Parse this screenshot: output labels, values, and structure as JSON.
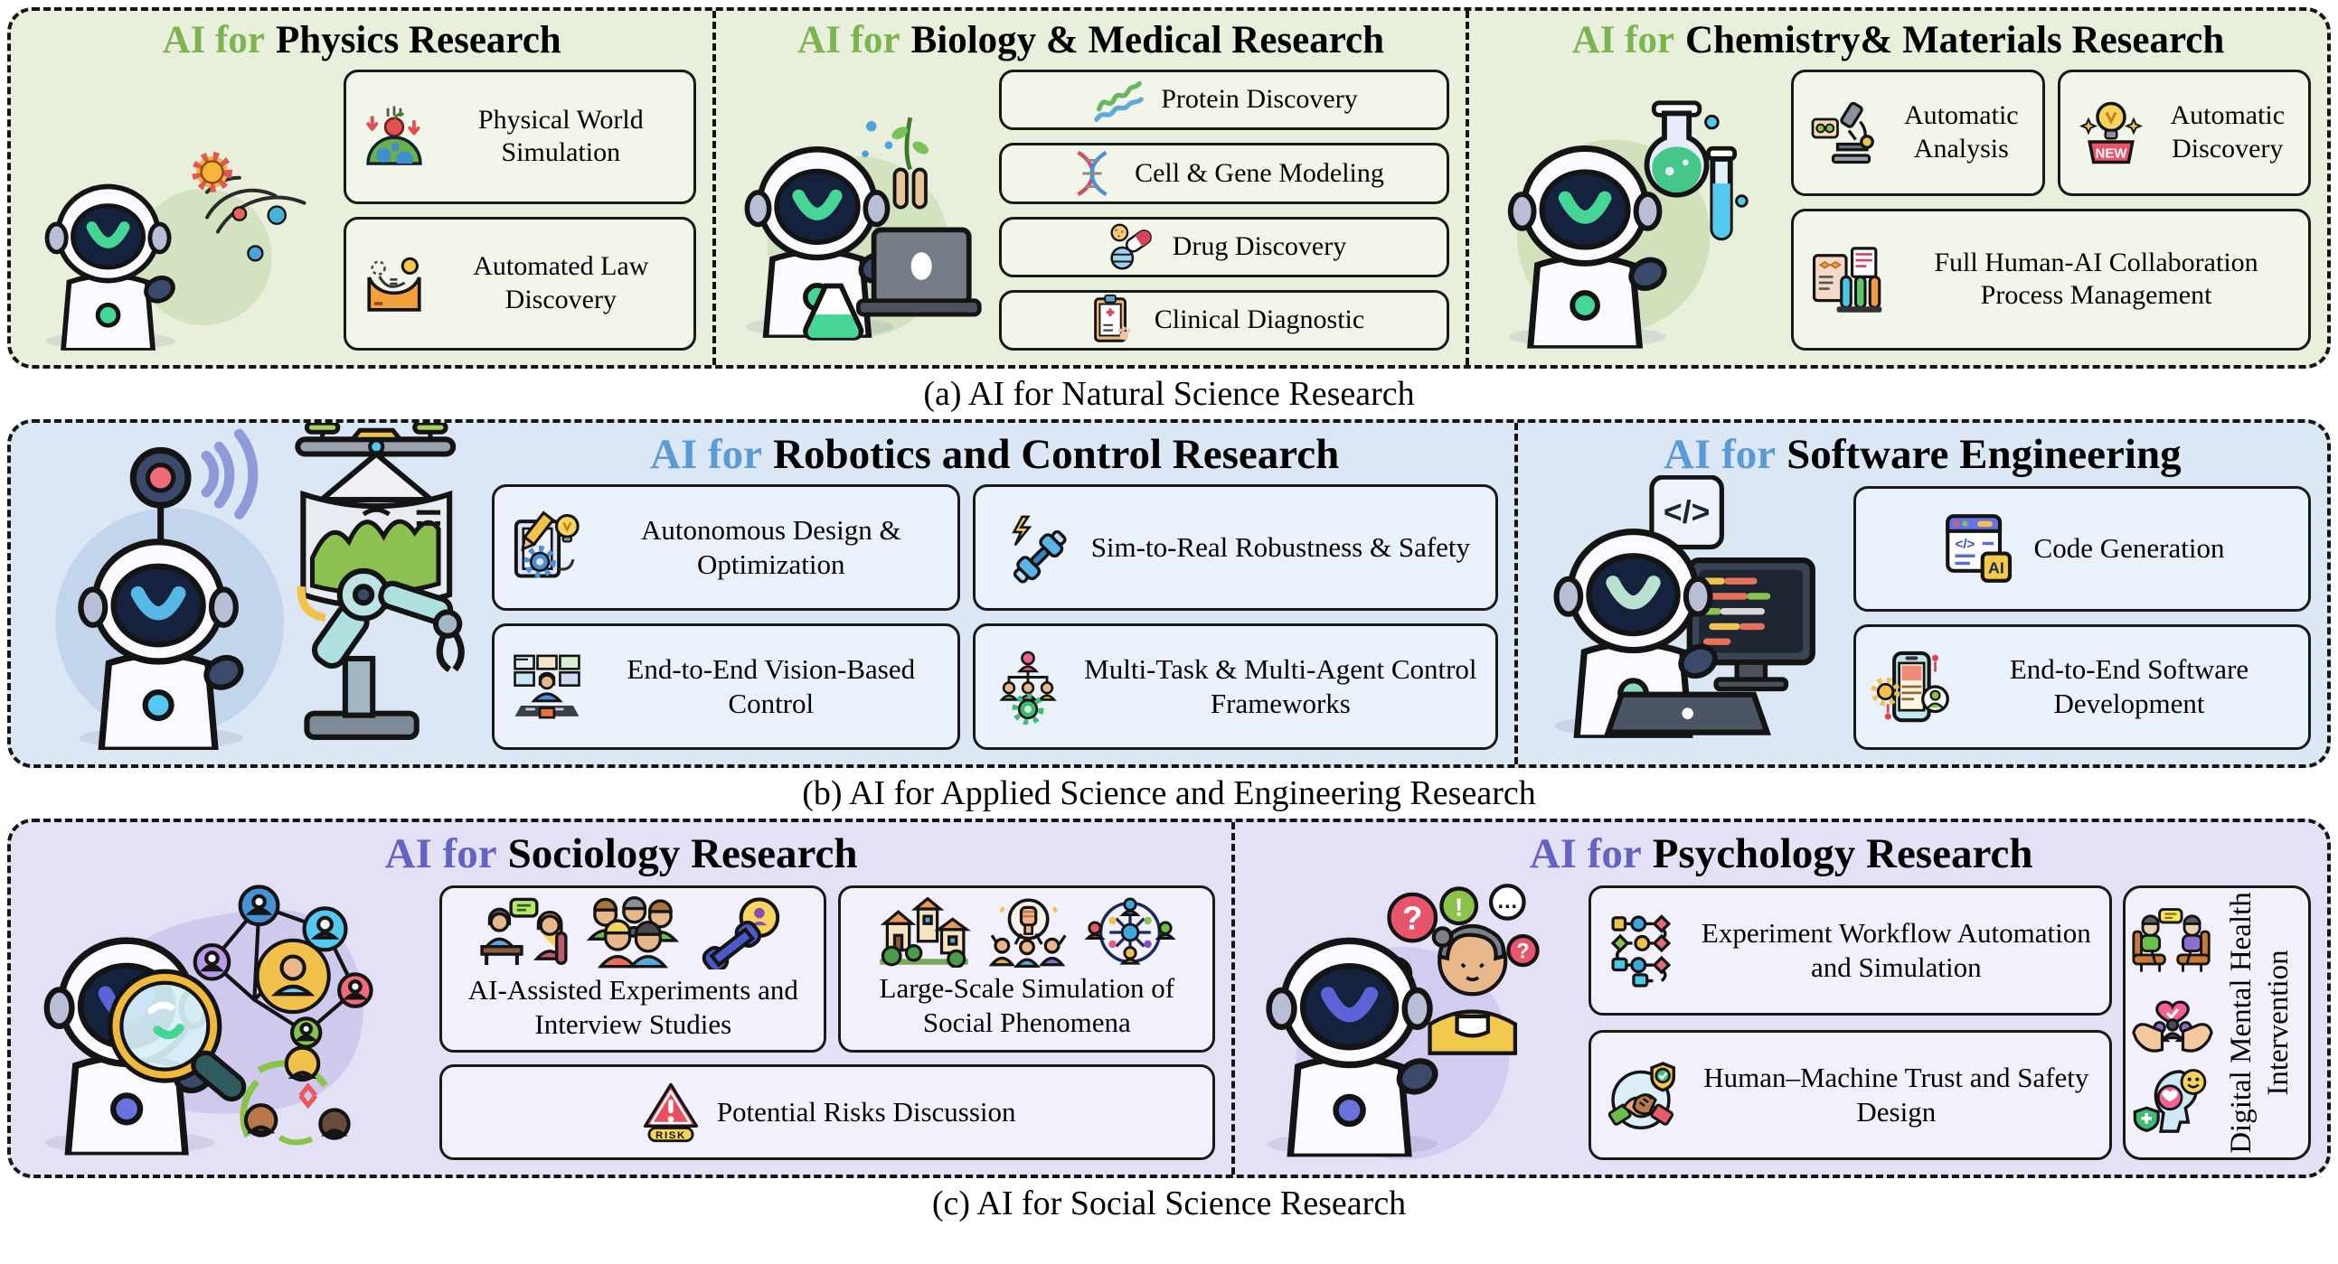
{
  "colors": {
    "row_a_bg": "#e8efda",
    "row_a_box": "#f2f6ea",
    "row_a_accent": "#7cb450",
    "row_b_bg": "#dbe7f5",
    "row_b_box": "#ebf1fa",
    "row_b_accent": "#5b9bd5",
    "row_c_bg": "#e4e1f6",
    "row_c_box": "#f2f0fb",
    "row_c_accent": "#6463c3",
    "border": "#151515"
  },
  "rows": [
    {
      "caption": "(a) AI for Natural Science Research",
      "panels": [
        {
          "prefix": "AI for",
          "title": "Physics Research",
          "items": [
            {
              "label": "Physical World Simulation",
              "icon": "falling-apple-earth-icon"
            },
            {
              "label": "Automated Law Discovery",
              "icon": "ball-ramp-experiment-icon"
            }
          ]
        },
        {
          "prefix": "AI for",
          "title": "Biology & Medical Research",
          "items": [
            {
              "label": "Protein Discovery",
              "icon": "protein-ribbon-icon"
            },
            {
              "label": "Cell & Gene Modeling",
              "icon": "dna-helix-icon"
            },
            {
              "label": "Drug Discovery",
              "icon": "pills-icon"
            },
            {
              "label": "Clinical Diagnostic",
              "icon": "medical-clipboard-icon"
            }
          ]
        },
        {
          "prefix": "AI for",
          "title": "Chemistry& Materials Research",
          "items": [
            {
              "label": "Automatic Analysis",
              "icon": "microscope-icon"
            },
            {
              "label": "Automatic Discovery",
              "icon": "lightbulb-new-icon",
              "badge": "NEW"
            },
            {
              "label": "Full Human-AI Collaboration Process Management",
              "icon": "test-tube-rack-icon"
            }
          ]
        }
      ]
    },
    {
      "caption": "(b) AI for Applied Science and Engineering Research",
      "panels": [
        {
          "prefix": "AI for",
          "title": "Robotics and Control Research",
          "items": [
            {
              "label": "Autonomous Design & Optimization",
              "icon": "blueprint-pencil-gear-icon"
            },
            {
              "label": "Sim-to-Real Robustness & Safety",
              "icon": "dumbbell-lightning-icon"
            },
            {
              "label": "End-to-End Vision-Based Control",
              "icon": "vision-screens-operator-icon"
            },
            {
              "label": "Multi-Task & Multi-Agent Control Frameworks",
              "icon": "multi-agent-hierarchy-icon"
            }
          ]
        },
        {
          "prefix": "AI for",
          "title": "Software Engineering",
          "code_badge": "</>",
          "items": [
            {
              "label": "Code Generation",
              "icon": "code-window-ai-icon",
              "badge": "AI"
            },
            {
              "label": "End-to-End Software Development",
              "icon": "mobile-app-gear-icon"
            }
          ]
        }
      ]
    },
    {
      "caption": "(c) AI for Social Science Research",
      "panels": [
        {
          "prefix": "AI for",
          "title": "Sociology Research",
          "items": [
            {
              "label": "AI-Assisted Experiments and Interview Studies",
              "icons": [
                "interview-desk-icon",
                "crowd-icon",
                "phone-call-icon"
              ]
            },
            {
              "label": "Large-Scale Simulation of Social Phenomena",
              "icons": [
                "village-icon",
                "protest-fist-icon",
                "social-network-icon"
              ]
            },
            {
              "label": "Potential Risks Discussion",
              "icon": "risk-warning-icon",
              "badge": "RISK"
            }
          ]
        },
        {
          "prefix": "AI for",
          "title": "Psychology Research",
          "bubbles": [
            "?",
            "!",
            "…"
          ],
          "items": [
            {
              "label": "Experiment Workflow Automation and Simulation",
              "icon": "workflow-flowchart-icon"
            },
            {
              "label": "Human–Machine Trust and Safety Design",
              "icon": "handshake-shield-icon"
            }
          ],
          "side_item": {
            "label": "Digital Mental Health Intervention",
            "icons": [
              "therapy-session-icon",
              "caring-hands-icon",
              "mental-wellbeing-icon"
            ]
          }
        }
      ]
    }
  ]
}
